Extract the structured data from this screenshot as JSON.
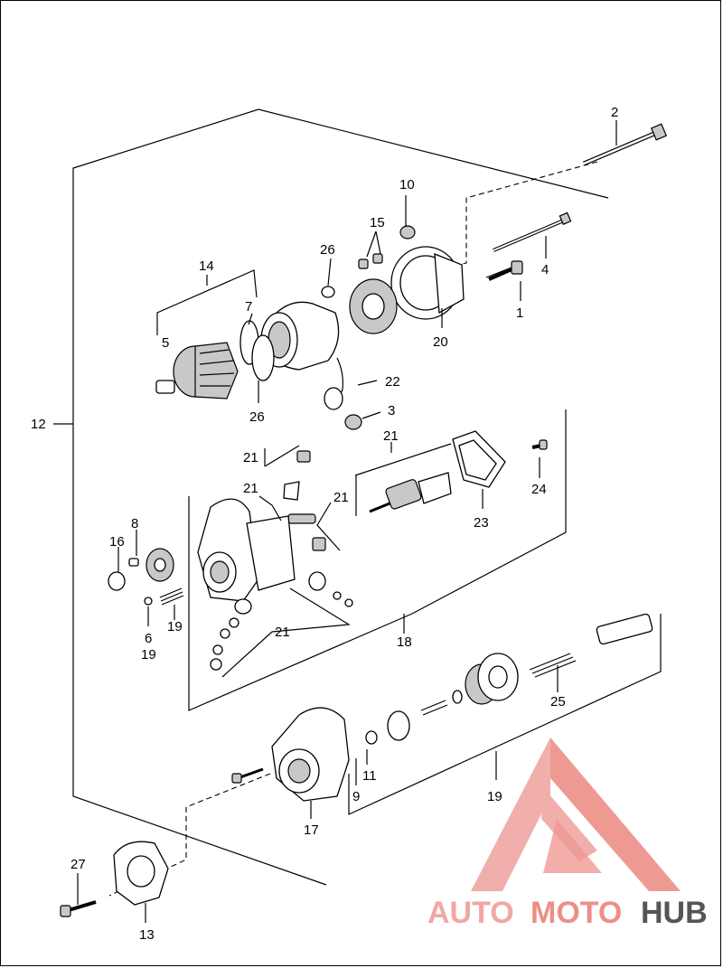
{
  "callouts": {
    "c1": "1",
    "c2": "2",
    "c3": "3",
    "c4": "4",
    "c5": "5",
    "c6": "6",
    "c7": "7",
    "c8": "8",
    "c9": "9",
    "c10": "10",
    "c11": "11",
    "c12": "12",
    "c13": "13",
    "c14": "14",
    "c15": "15",
    "c16": "16",
    "c17": "17",
    "c18": "18",
    "c19a": "19",
    "c19b": "19",
    "c19c": "19",
    "c20": "20",
    "c21a": "21",
    "c21b": "21",
    "c21c": "21",
    "c21d": "21",
    "c21e": "21",
    "c22": "22",
    "c23": "23",
    "c24": "24",
    "c25": "25",
    "c26a": "26",
    "c26b": "26",
    "c27": "27"
  },
  "watermark": {
    "part1": "AUTO",
    "part2": "MOTO",
    "part3": "HUB",
    "color_light": "#f0a7a4",
    "color_mid": "#ee8e88",
    "color_dark": "#555555"
  }
}
